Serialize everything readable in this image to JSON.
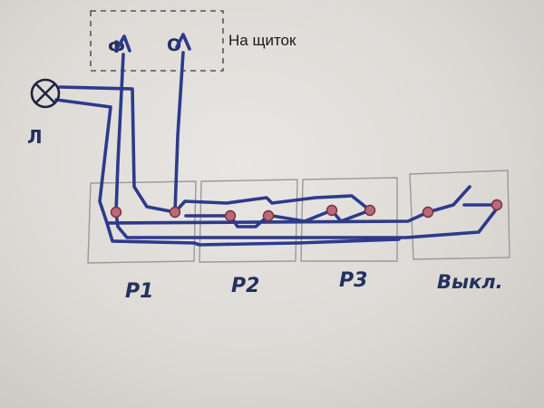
{
  "panel": {
    "label": "На щиток",
    "phase_label": "Ф",
    "neutral_label": "О"
  },
  "lamp": {
    "label": "Л"
  },
  "boxes": [
    {
      "id": "r1",
      "label": "Р1"
    },
    {
      "id": "r2",
      "label": "Р2"
    },
    {
      "id": "r3",
      "label": "Р3"
    },
    {
      "id": "switch",
      "label": "Выкл."
    }
  ],
  "colors": {
    "wire": "#2d3a8c",
    "terminal": "#b86a78",
    "pencil": "#9a9a9a"
  }
}
